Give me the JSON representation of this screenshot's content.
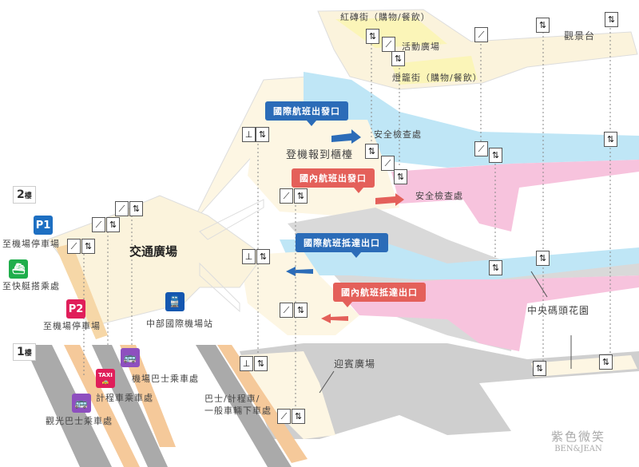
{
  "floors": {
    "f2": "2",
    "f1": "1",
    "floor_suffix": "樓"
  },
  "observation_deck": {
    "red_brick_street": "紅磚街（購物/餐飲）",
    "event_plaza": "活動廣場",
    "lantern_street": "燈籠街（購物/餐飲）",
    "sky_deck": "觀景台"
  },
  "departures": {
    "intl_departure": "國際航班出發口",
    "intl_security": "安全檢查處",
    "check_in": "登機報到櫃檯",
    "dom_departure": "國內航班出發口",
    "dom_security": "安全檢查處"
  },
  "arrivals": {
    "intl_arrival": "國際航班抵達出口",
    "dom_arrival": "國內航班抵達出口",
    "garden": "中央碼頭花園"
  },
  "access_plaza": {
    "title": "交通廣場",
    "p1": "P1",
    "p1_label": "至機場停車場",
    "ferry_label": "至快艇搭乘處",
    "p2": "P2",
    "p2_label": "至機場停車場",
    "station_label": "中部國際機場站"
  },
  "ground": {
    "welcome_plaza": "迎賓廣場",
    "airport_bus": "機場巴士乘車處",
    "taxi_sign": "TAXI",
    "taxi": "計程車乘車處",
    "tour_bus": "觀光巴士乘車處",
    "dropoff_line1": "巴士/計程車/",
    "dropoff_line2": "一般車輛下車處"
  },
  "watermark": {
    "name": "紫色微笑",
    "brand": "BEN&JEAN"
  },
  "colors": {
    "international": "#2b6cb8",
    "domestic": "#e4605a",
    "intl_area": "#bfe6f6",
    "dom_area": "#f7c3dd",
    "floor": "#fdf6e3",
    "ground": "#cfcfcf",
    "p1": "#1d6fc2",
    "ferry": "#1fae4b",
    "p2": "#e01e5a",
    "station": "#1457b0",
    "bus": "#8e4fbf"
  }
}
